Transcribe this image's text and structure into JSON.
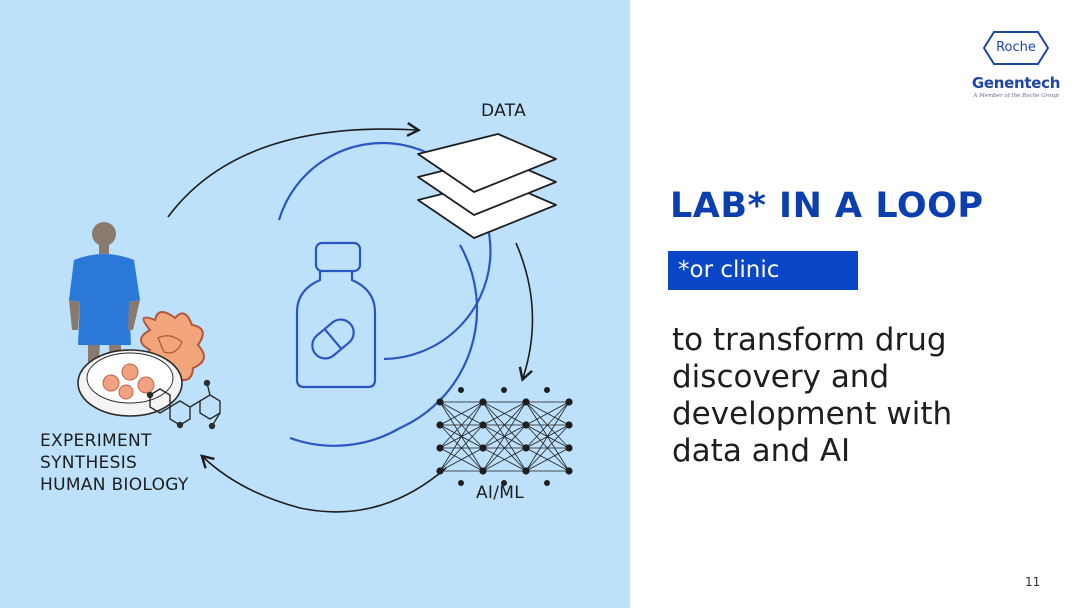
{
  "diagram": {
    "data_label": "DATA",
    "aiml_label": "AI/ML",
    "experiment_lines": [
      "EXPERIMENT",
      "SYNTHESIS",
      "HUMAN BIOLOGY"
    ]
  },
  "logo": {
    "brand": "Roche",
    "name": "Genentech",
    "tagline": "A Member of the Roche Group"
  },
  "title": "LAB* IN A LOOP",
  "subtitle": "*or clinic",
  "body_lines": [
    "to transform drug",
    "discovery and",
    "development with",
    "data and AI"
  ],
  "page_number": "11",
  "colors": {
    "panel_bg": "#bde0fb",
    "accent_blue": "#0b46c6",
    "ring_blue": "#2a56c4",
    "title_blue": "#0b3fb0"
  }
}
